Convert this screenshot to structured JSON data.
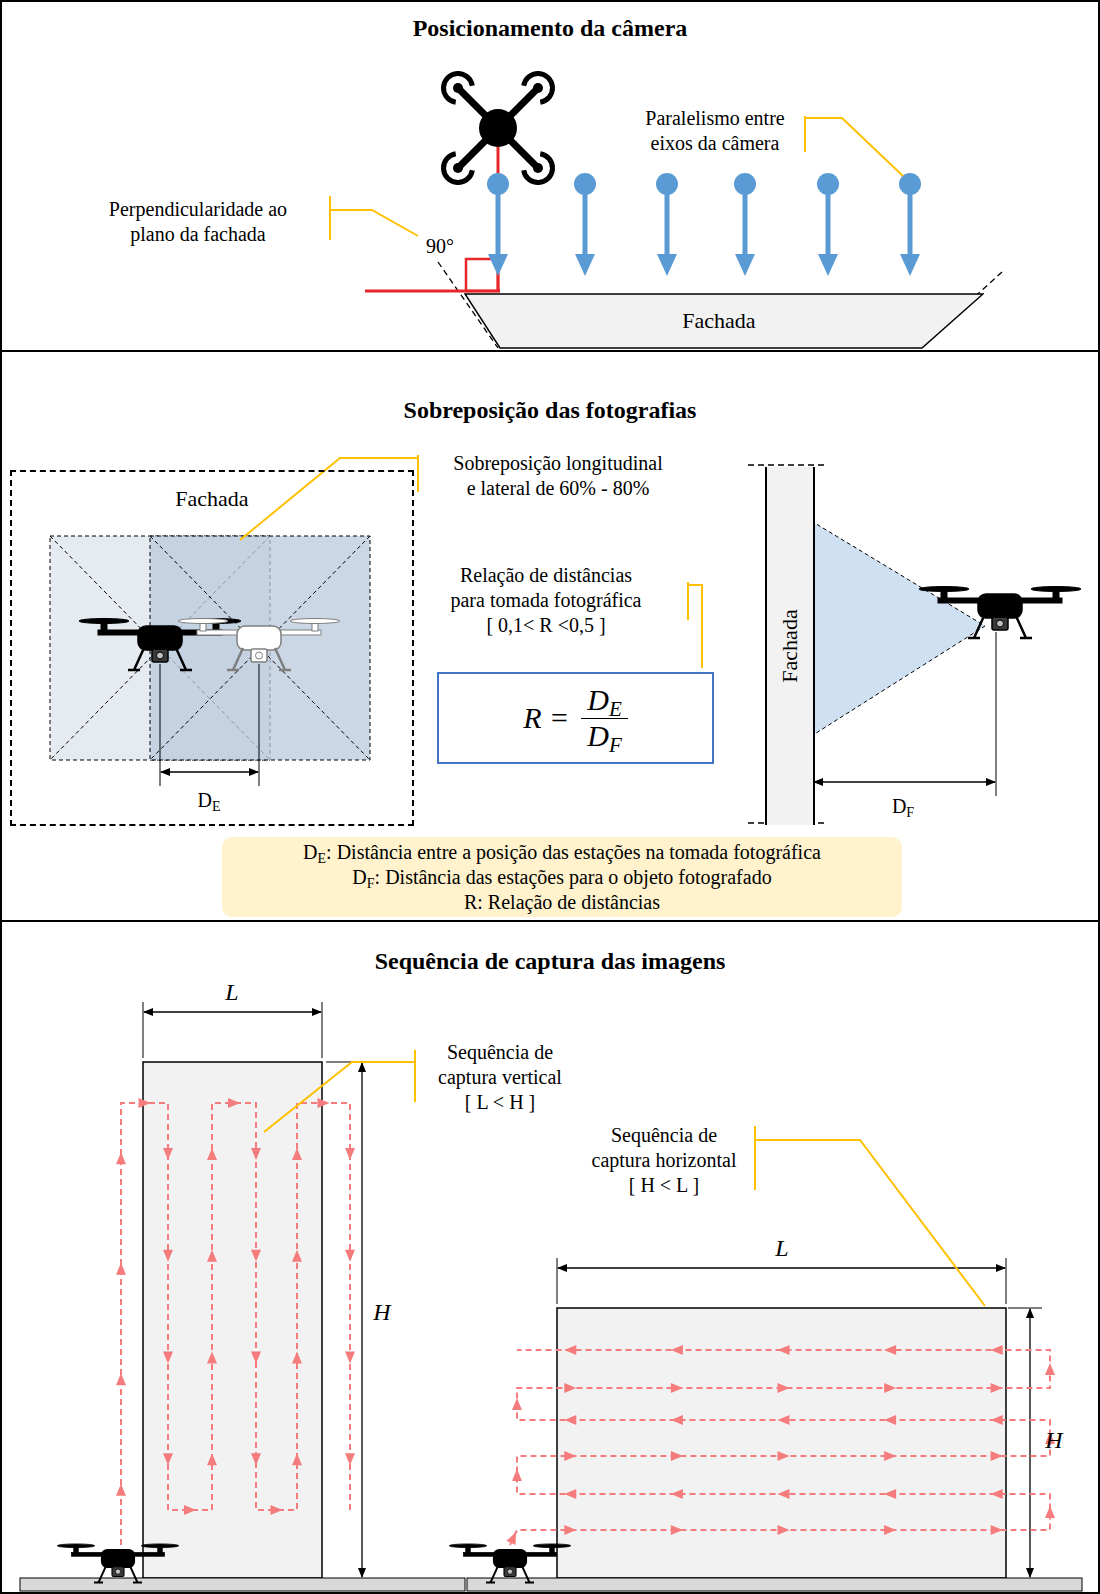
{
  "diagram": {
    "nodes": [
      {
        "text": [
          "Posicionamento da câmera"
        ]
      },
      {
        "text": [
          "Fachada"
        ],
        "in": 0
      },
      {
        "text": [
          "Sobreposição das fotografias"
        ]
      },
      {
        "text": [
          "Fachada"
        ],
        "in": 2
      },
      {
        "text": [
          "R =",
          "DE",
          "DF"
        ],
        "in": 2
      },
      {
        "text": [
          "Fachada"
        ],
        "in": 2
      },
      {
        "text": [
          "DE: Distância entre a posição das estações na tomada fotográfica",
          "DF: Distância das estações para o objeto fotografado",
          "R: Relação de distâncias"
        ],
        "in": 2
      },
      {
        "text": [
          "Sequência de captura das imagens"
        ]
      }
    ],
    "labels": [
      "Paralelismo entre eixos da câmera",
      "Perpendicularidade ao plano da fachada",
      "90°",
      "Sobreposição longitudinal e lateral de 60% - 80%",
      "Relação de distâncias para tomada fotográfica [ 0,1< R <0,5 ]",
      "DE",
      "DF",
      "L",
      "H",
      "Sequência de captura vertical [ L < H ]",
      "Sequência de captura horizontal [ H < L ]",
      "L",
      "H"
    ]
  }
}
